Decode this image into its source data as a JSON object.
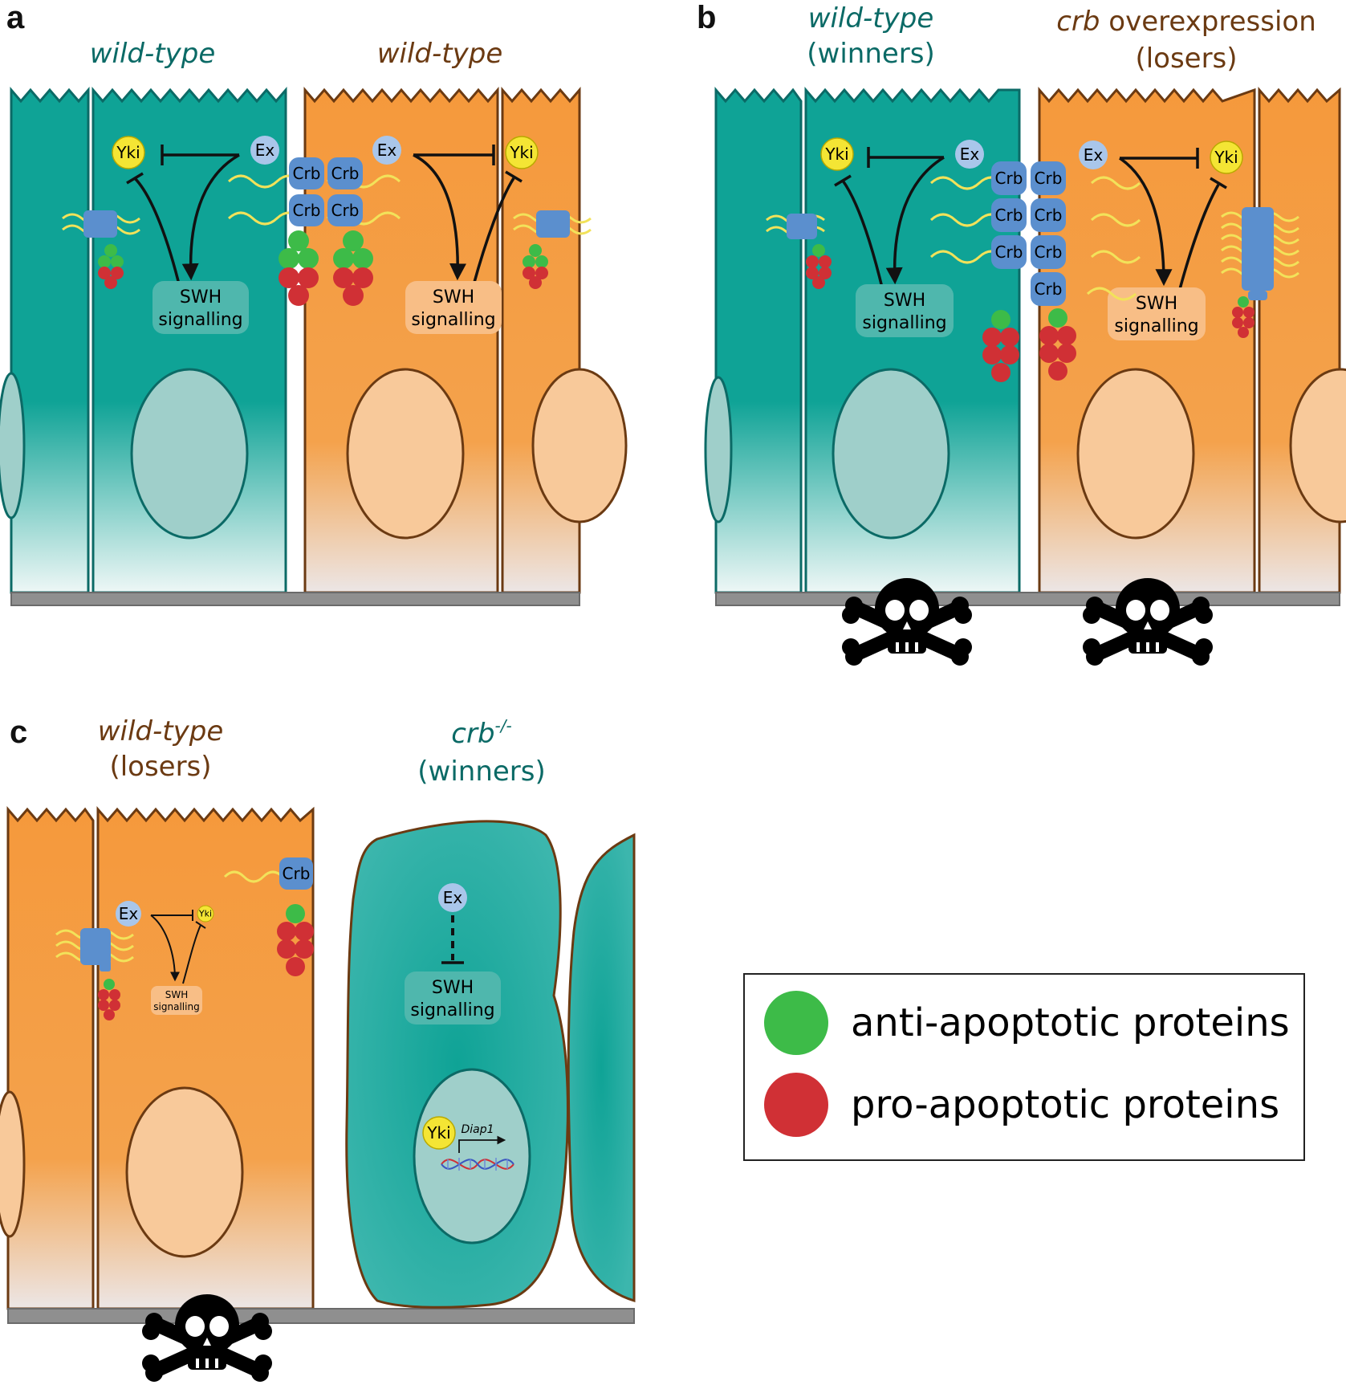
{
  "panels": {
    "a": {
      "letter": "a",
      "left_title": "wild-type",
      "right_title": "wild-type",
      "molecules": {
        "yki": "Yki",
        "ex": "Ex",
        "crb": "Crb"
      },
      "signalling": [
        "SWH",
        "signalling"
      ]
    },
    "b": {
      "letter": "b",
      "left_title_1": "wild-type",
      "left_title_2": "(winners)",
      "right_title_1a": "crb",
      "right_title_1b": " overexpression",
      "right_title_2": "(losers)",
      "molecules": {
        "yki": "Yki",
        "ex": "Ex",
        "crb": "Crb"
      },
      "signalling": [
        "SWH",
        "signalling"
      ]
    },
    "c": {
      "letter": "c",
      "left_title_1": "wild-type",
      "left_title_2": "(losers)",
      "right_title_1": "crb",
      "right_title_sup": "-/-",
      "right_title_2": "(winners)",
      "molecules": {
        "yki": "Yki",
        "ex": "Ex",
        "crb": "Crb"
      },
      "signalling": [
        "SWH",
        "signalling"
      ],
      "gene": "Diap1"
    }
  },
  "legend": {
    "items": [
      {
        "label": "anti-apoptotic proteins",
        "color": "#3dbb48"
      },
      {
        "label": "pro-apoptotic proteins",
        "color": "#d03035"
      }
    ]
  },
  "colors": {
    "teal": "#0fa396",
    "orange": "#f5993c",
    "teal_text": "#0b6a66",
    "brown_text": "#6b3a12",
    "crb_blue": "#5b8fce",
    "ex_blue": "#a9c6ea",
    "yki_yellow": "#f4e534"
  }
}
